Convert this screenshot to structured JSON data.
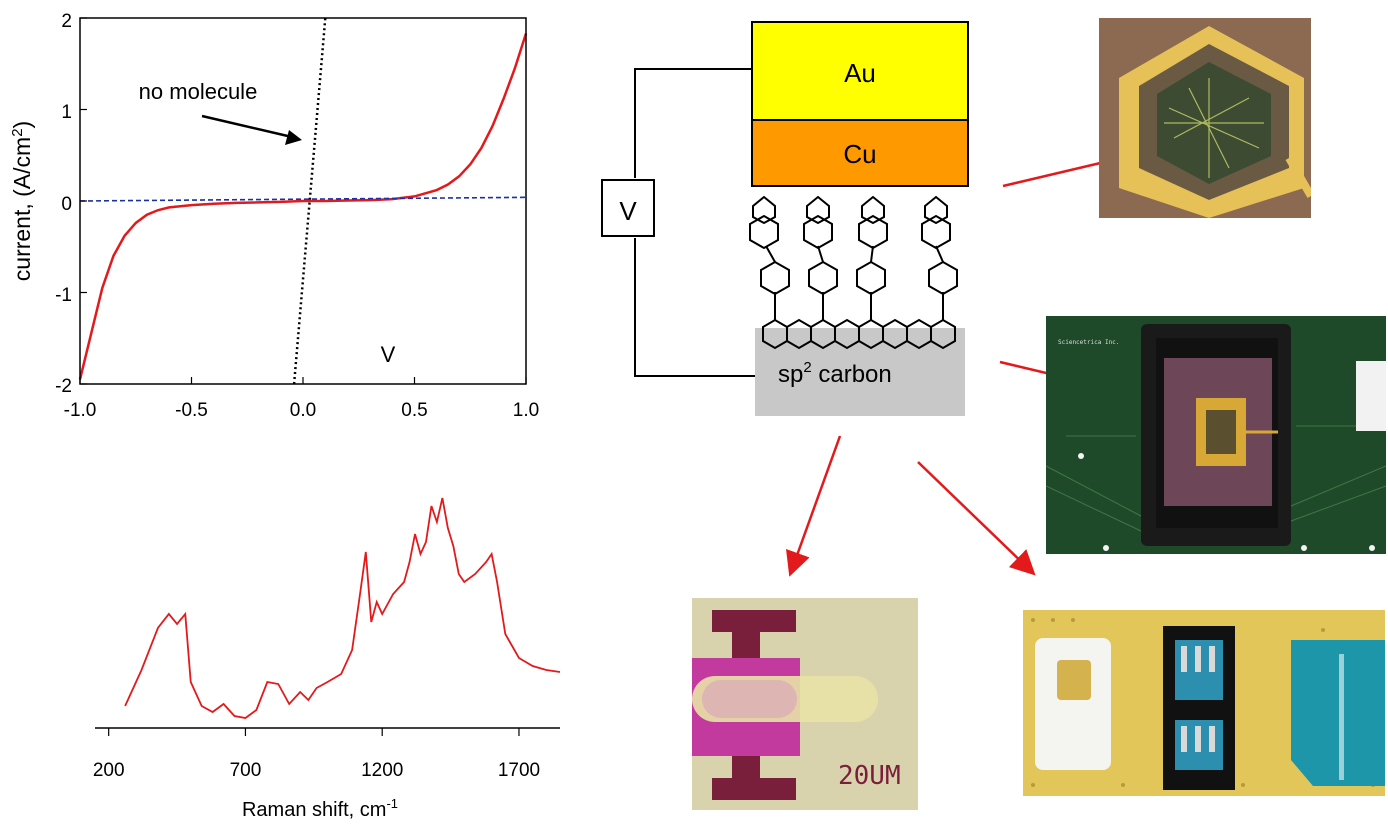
{
  "iv_plot": {
    "ylabel_main": "current, (A/cm",
    "ylabel_sup": "2",
    "ylabel_close": ")",
    "xlabel": "V",
    "annotation": "no molecule",
    "x_ticks": [
      "-1.0",
      "-0.5",
      "0.0",
      "0.5",
      "1.0"
    ],
    "y_ticks": [
      "2",
      "1",
      "0",
      "-1",
      "-2"
    ]
  },
  "raman_plot": {
    "xlabel_main": "Raman shift,  cm",
    "xlabel_sup": "-1",
    "x_ticks": [
      "200",
      "700",
      "1200",
      "1700"
    ]
  },
  "junction": {
    "top_electrode": "Au",
    "mid_electrode": "Cu",
    "voltage": "V",
    "substrate_main": "sp",
    "substrate_sup": "2",
    "substrate_rest": " carbon"
  },
  "photos": {
    "micrograph_scale": "20UM"
  },
  "colors": {
    "au": "#ffff00",
    "cu": "#ff9900",
    "substrate": "#c8c8c8",
    "curve": "#e31a1c",
    "dashed": "#1a2fa8",
    "arrow": "#e31a1c"
  },
  "chart_data": [
    {
      "type": "line",
      "title": "",
      "xlabel": "V",
      "ylabel": "current, (A/cm2)",
      "xlim": [
        -1.0,
        1.0
      ],
      "ylim": [
        -2,
        2
      ],
      "grid": false,
      "series": [
        {
          "style": "solid-red",
          "x": [
            -1.0,
            -0.95,
            -0.9,
            -0.85,
            -0.8,
            -0.75,
            -0.7,
            -0.65,
            -0.6,
            -0.5,
            -0.4,
            -0.3,
            -0.2,
            -0.1,
            0.0,
            0.1,
            0.2,
            0.3,
            0.4,
            0.5,
            0.6,
            0.65,
            0.7,
            0.75,
            0.8,
            0.85,
            0.9,
            0.95,
            1.0
          ],
          "y": [
            -1.95,
            -1.45,
            -0.95,
            -0.6,
            -0.38,
            -0.24,
            -0.15,
            -0.1,
            -0.07,
            -0.045,
            -0.03,
            -0.02,
            -0.015,
            -0.01,
            0.0,
            0.0,
            0.005,
            0.01,
            0.02,
            0.05,
            0.12,
            0.18,
            0.27,
            0.4,
            0.58,
            0.82,
            1.12,
            1.45,
            1.83
          ]
        },
        {
          "style": "dashed-blue",
          "x": [
            -1.0,
            1.0
          ],
          "y": [
            0.0,
            0.04
          ]
        },
        {
          "style": "dotted-black",
          "x": [
            -0.04,
            0.1
          ],
          "y": [
            -2.0,
            2.0
          ]
        }
      ]
    },
    {
      "type": "line",
      "title": "",
      "xlabel": "Raman shift,  cm-1",
      "ylabel": "",
      "xlim": [
        150,
        1850
      ],
      "grid": false,
      "series": [
        {
          "style": "solid-red",
          "x": [
            260,
            320,
            380,
            420,
            450,
            480,
            500,
            540,
            580,
            620,
            660,
            700,
            740,
            780,
            820,
            860,
            900,
            930,
            960,
            1000,
            1050,
            1090,
            1120,
            1140,
            1160,
            1180,
            1200,
            1240,
            1280,
            1300,
            1320,
            1340,
            1360,
            1380,
            1400,
            1420,
            1440,
            1460,
            1480,
            1500,
            1540,
            1580,
            1600,
            1620,
            1650,
            1700,
            1750,
            1800,
            1850
          ],
          "y": [
            0.06,
            0.24,
            0.45,
            0.52,
            0.47,
            0.52,
            0.18,
            0.06,
            0.03,
            0.07,
            0.01,
            0.0,
            0.04,
            0.18,
            0.17,
            0.07,
            0.13,
            0.09,
            0.15,
            0.18,
            0.22,
            0.34,
            0.63,
            0.83,
            0.48,
            0.58,
            0.52,
            0.62,
            0.68,
            0.78,
            0.92,
            0.82,
            0.88,
            1.06,
            0.98,
            1.1,
            0.95,
            0.86,
            0.72,
            0.68,
            0.72,
            0.78,
            0.82,
            0.68,
            0.42,
            0.3,
            0.26,
            0.24,
            0.23
          ]
        }
      ]
    }
  ]
}
